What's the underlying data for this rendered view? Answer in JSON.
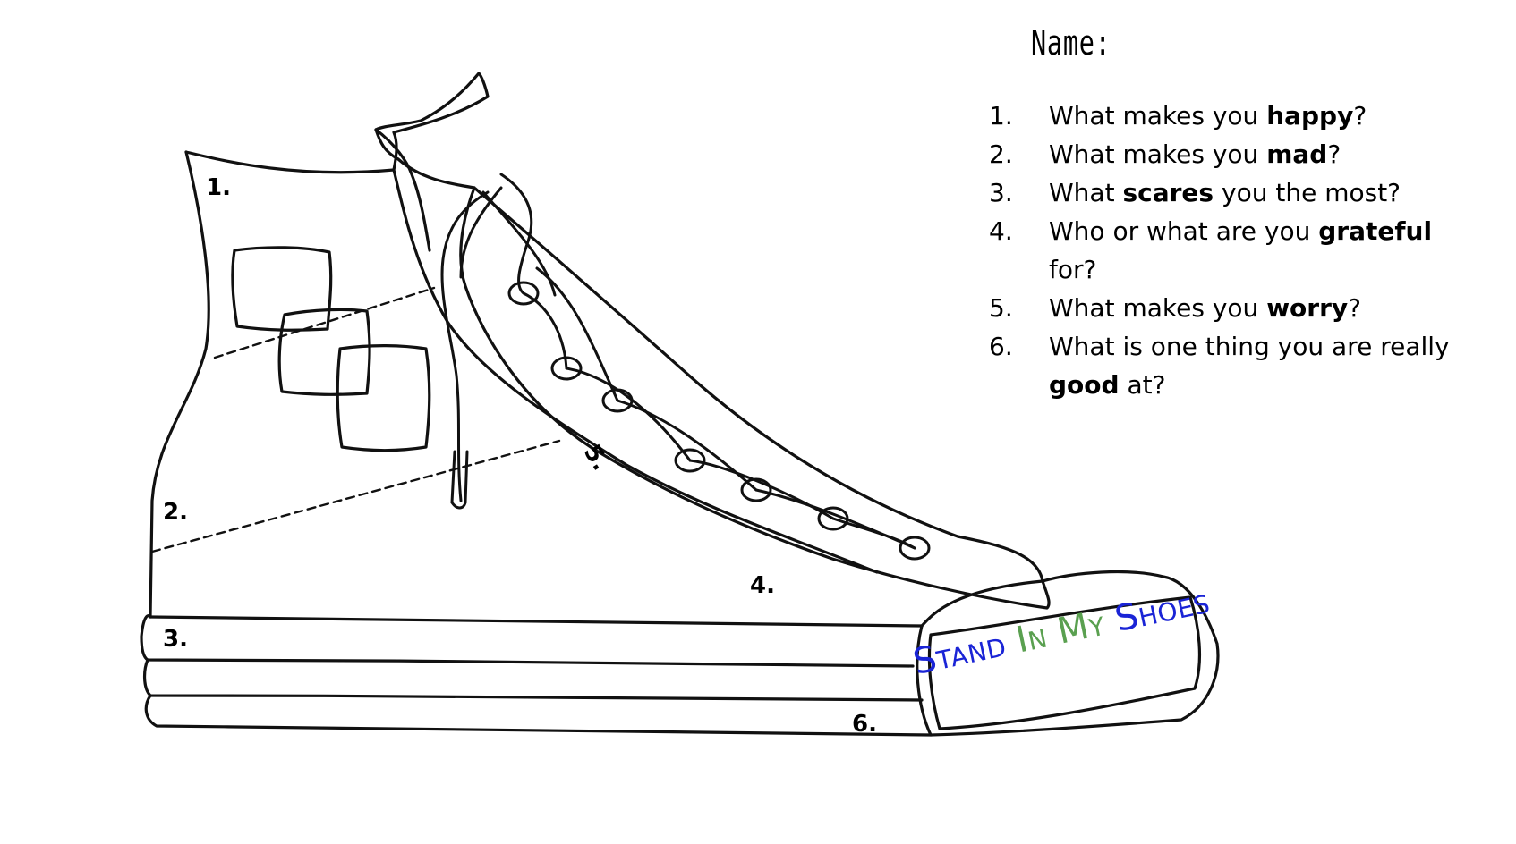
{
  "worksheet": {
    "name_label": "Name:",
    "questions": [
      {
        "number": "1.",
        "before": "What makes you ",
        "bold": "happy",
        "after": "?"
      },
      {
        "number": "2.",
        "before": "What makes you ",
        "bold": "mad",
        "after": "?"
      },
      {
        "number": "3.",
        "before": "What ",
        "bold": "scares",
        "after": " you the most?"
      },
      {
        "number": "4.",
        "before": "Who or what are you ",
        "bold": "grateful",
        "after": " for?"
      },
      {
        "number": "5.",
        "before": "What makes you ",
        "bold": "worry",
        "after": "?"
      },
      {
        "number": "6.",
        "before": "What is one thing you are really ",
        "bold": "good",
        "after": " at?"
      }
    ]
  },
  "shoe": {
    "region_labels": [
      "1.",
      "2.",
      "3.",
      "4.",
      "5.",
      "6."
    ],
    "brand": {
      "word1": "Stand",
      "word2": "In",
      "word3": "My",
      "word4": "Shoes"
    }
  },
  "colors": {
    "ink": "#111111",
    "brand_blue": "#1a24d6",
    "brand_green": "#5aa050"
  }
}
